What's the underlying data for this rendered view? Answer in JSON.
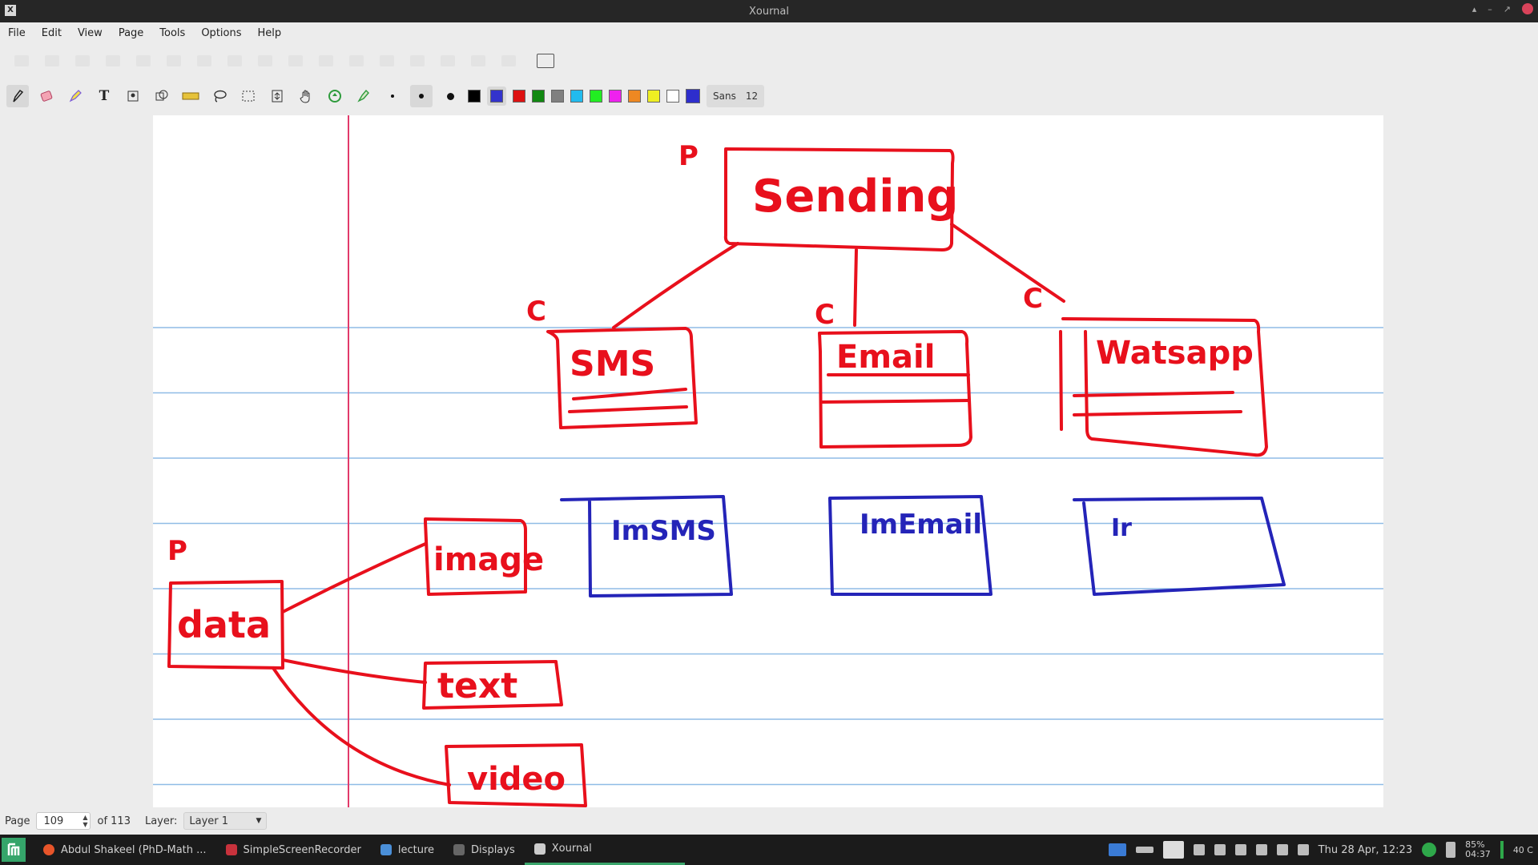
{
  "window": {
    "title": "Xournal",
    "app_icon": "X"
  },
  "menu": [
    "File",
    "Edit",
    "View",
    "Page",
    "Tools",
    "Options",
    "Help"
  ],
  "toolbar": {
    "tools": [
      "pen-icon",
      "eraser-icon",
      "highlighter-icon",
      "text-tool-icon",
      "image-tool-icon",
      "shape-recognizer-icon",
      "ruler-icon",
      "lasso-select-icon",
      "rect-select-icon",
      "vertical-space-icon",
      "hand-icon",
      "default-tool-icon",
      "shape-tool-icon"
    ],
    "colors": [
      "#000000",
      "#3333cc",
      "#dd1111",
      "#118811",
      "#808080",
      "#22bbee",
      "#22ee22",
      "#ee22ee",
      "#ee8822",
      "#eeee22",
      "#ffffff"
    ],
    "selected_color": "#2e2ecc",
    "font_name": "Sans",
    "font_size": "12"
  },
  "status": {
    "page_label": "Page",
    "page_value": "109",
    "of_label": "of 113",
    "layer_label": "Layer:",
    "layer_value": "Layer 1"
  },
  "diagram": {
    "ink_red": "#e8101c",
    "ink_blue": "#2424b8",
    "rule_line": "#8fbce6",
    "margin_line": "#e23a6a",
    "boxes": [
      {
        "label": "Sending",
        "marker": "P"
      },
      {
        "label": "SMS",
        "marker": "C"
      },
      {
        "label": "Email",
        "marker": "C"
      },
      {
        "label": "Watsapp",
        "marker": "C"
      },
      {
        "label": "data",
        "marker": "P"
      },
      {
        "label": "image"
      },
      {
        "label": "text"
      },
      {
        "label": "video"
      },
      {
        "label": "ImSMS"
      },
      {
        "label": "ImEmail"
      },
      {
        "label": "Ir"
      }
    ]
  },
  "taskbar": {
    "tasks": [
      {
        "label": "Abdul Shakeel (PhD-Math ...",
        "color": "#e8552a"
      },
      {
        "label": "SimpleScreenRecorder",
        "color": "#c8323c"
      },
      {
        "label": "lecture",
        "color": "#4a8fd8"
      },
      {
        "label": "Displays",
        "color": "#666666"
      },
      {
        "label": "Xournal",
        "color": "#cccccc"
      }
    ],
    "clock": "Thu 28 Apr, 12:23",
    "battery": "85%",
    "battery_time": "04:37",
    "temp": "40 C"
  }
}
